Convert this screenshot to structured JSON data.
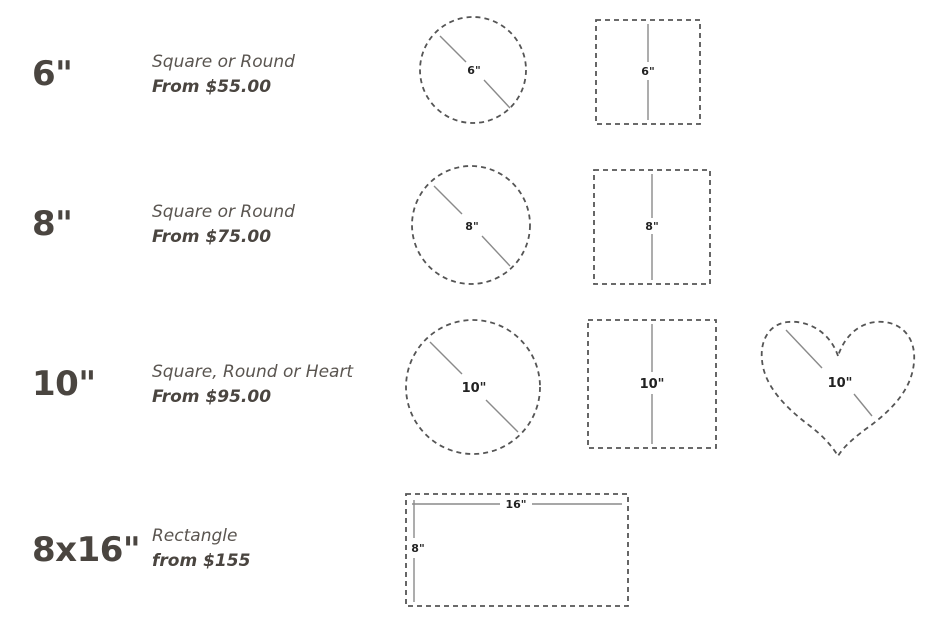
{
  "rows": [
    {
      "size": "6\"",
      "shapes_text": "Square or Round",
      "price": "From $55.00",
      "circle_label": "6\"",
      "square_label": "6\""
    },
    {
      "size": "8\"",
      "shapes_text": "Square or Round",
      "price": "From $75.00",
      "circle_label": "8\"",
      "square_label": "8\""
    },
    {
      "size": "10\"",
      "shapes_text": "Square, Round or Heart",
      "price": "From $95.00",
      "circle_label": "10\"",
      "square_label": "10\"",
      "heart_label": "10\""
    },
    {
      "size": "8x16\"",
      "shapes_text": "Rectangle",
      "price": "from $155",
      "rect_width_label": "16\"",
      "rect_height_label": "8\""
    }
  ],
  "colors": {
    "text": "#4a4540",
    "outline": "#555555",
    "measure_line": "#8a8a8a"
  }
}
